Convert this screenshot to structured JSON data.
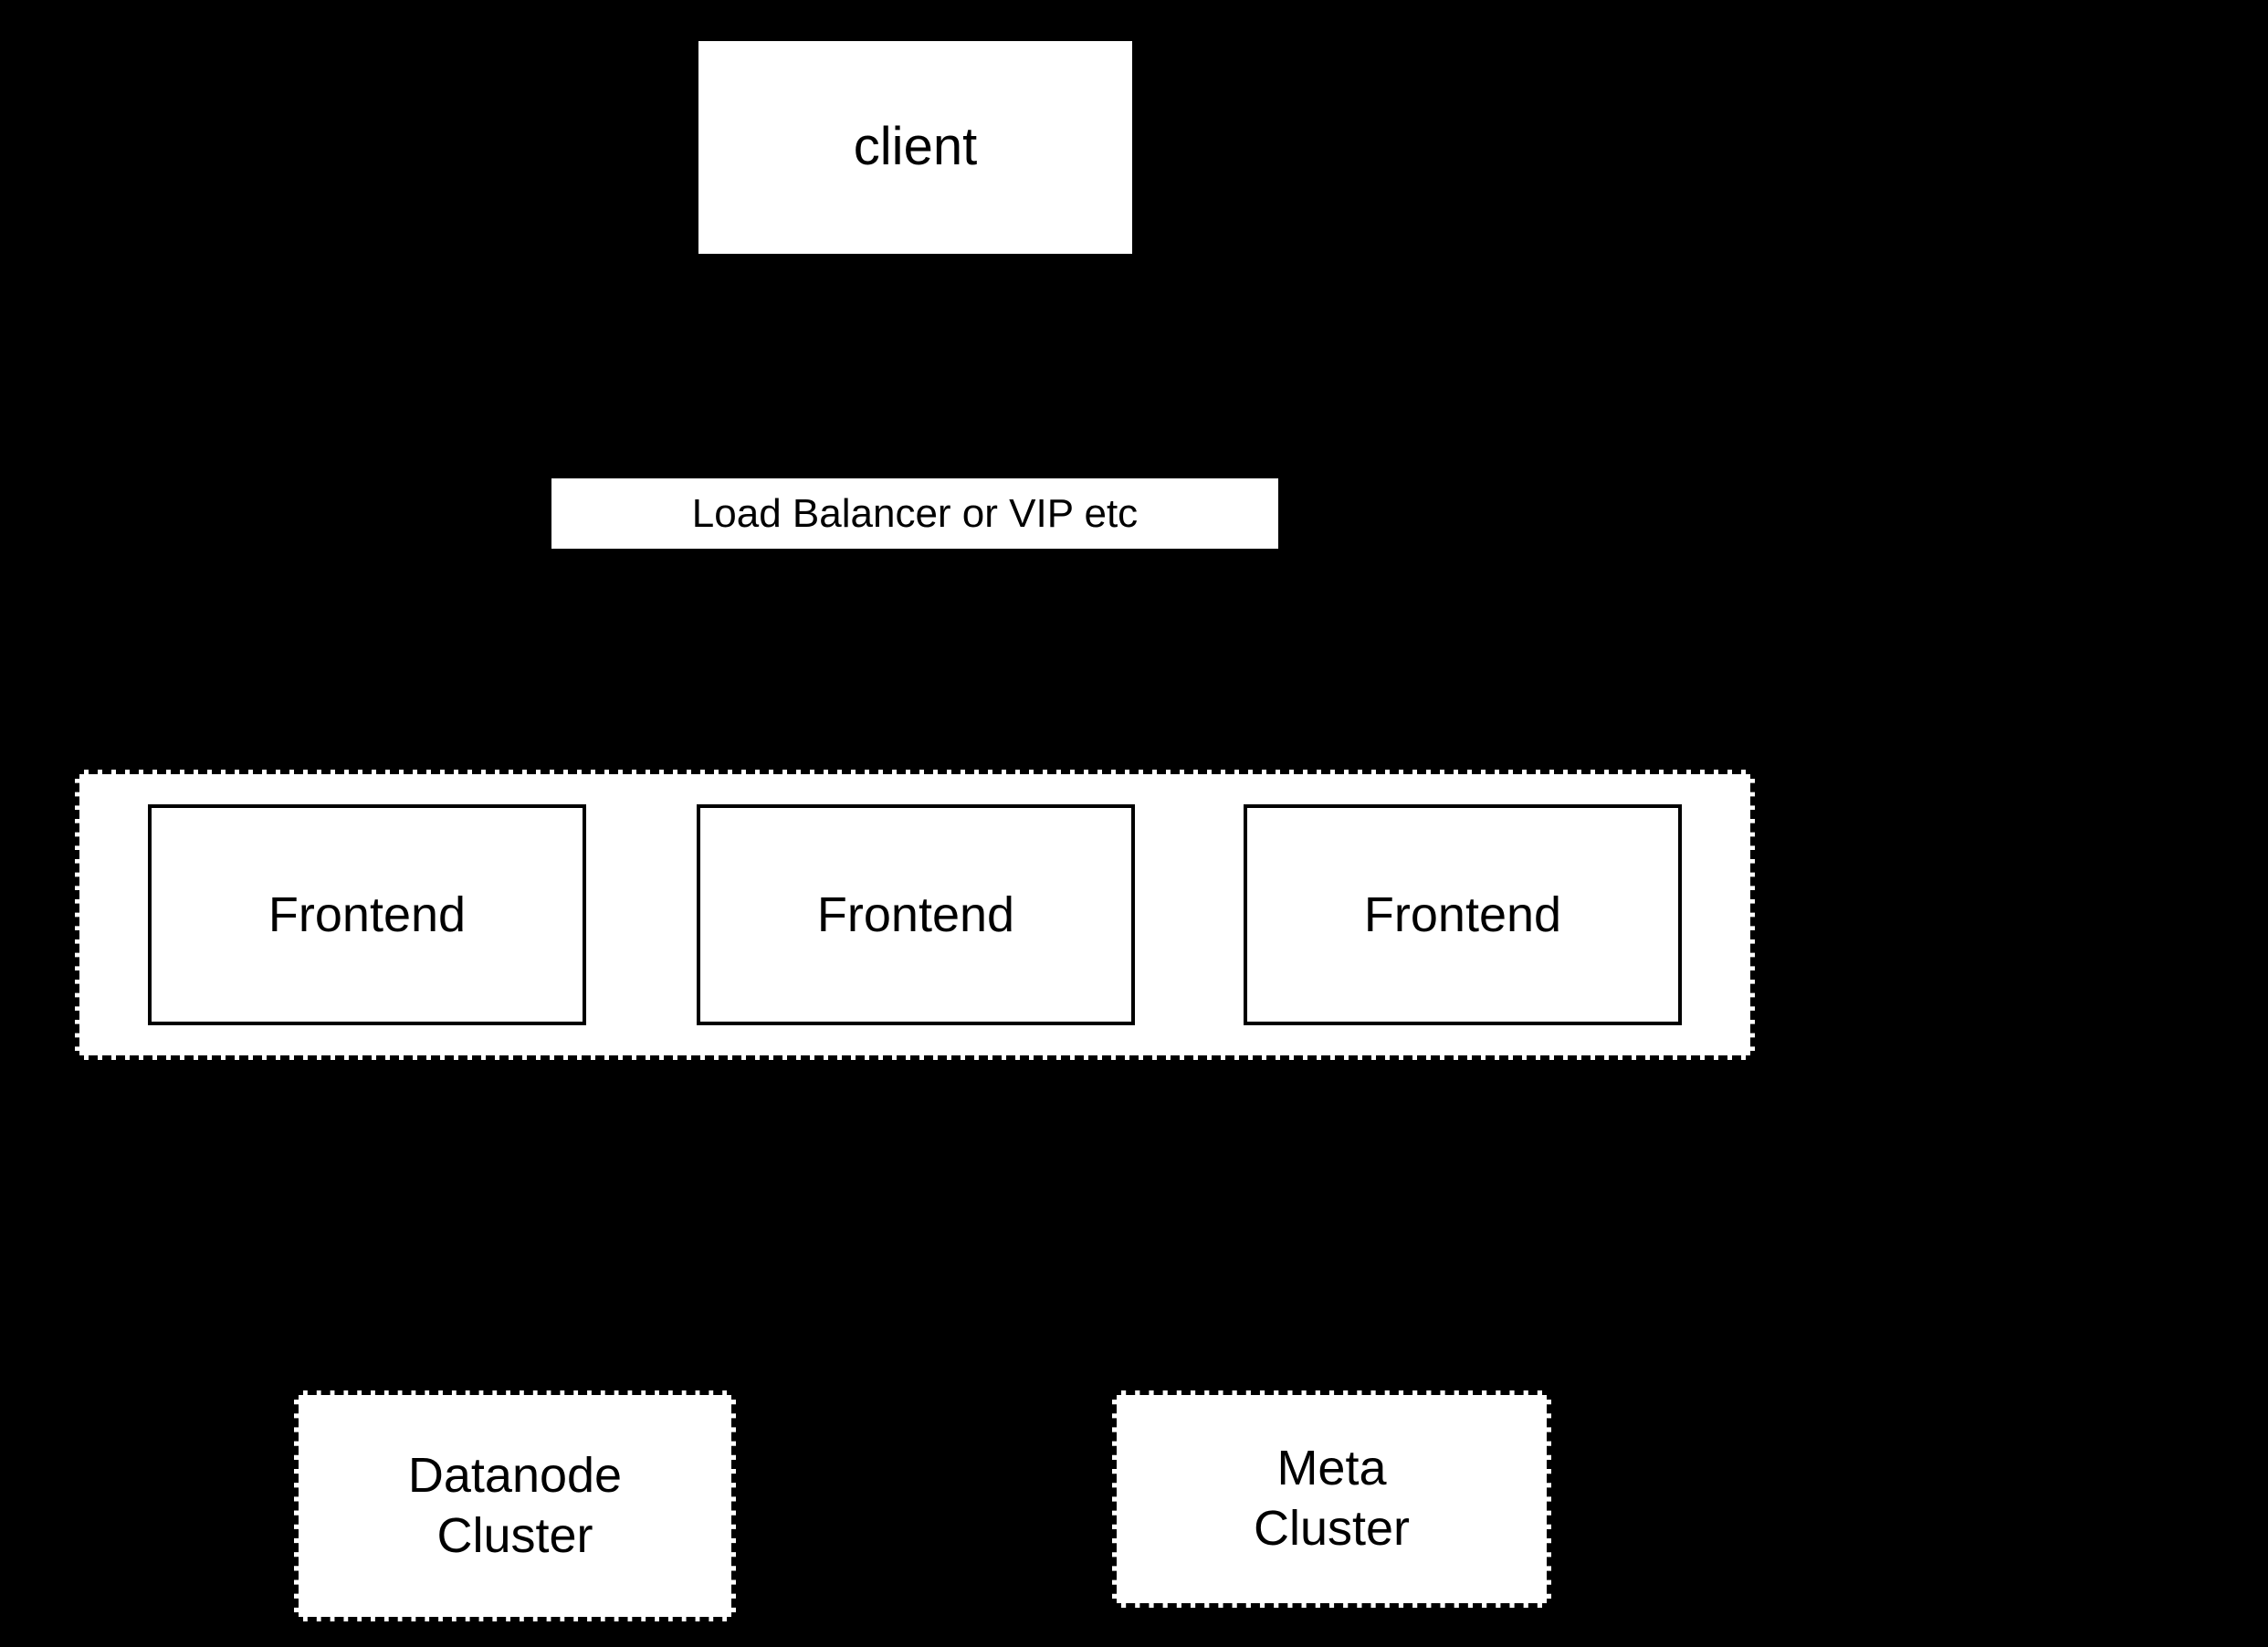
{
  "diagram": {
    "background_color": "#000000",
    "node_fill_color": "#ffffff",
    "stroke_color": "#000000",
    "nodes": {
      "client": {
        "label": "client"
      },
      "load_balancer": {
        "label": "Load Balancer or VIP etc"
      },
      "frontend_cluster": {
        "members": [
          {
            "label": "Frontend"
          },
          {
            "label": "Frontend"
          },
          {
            "label": "Frontend"
          }
        ]
      },
      "datanode_cluster": {
        "label": "Datanode\nCluster"
      },
      "meta_cluster": {
        "label": "Meta\nCluster"
      }
    }
  }
}
